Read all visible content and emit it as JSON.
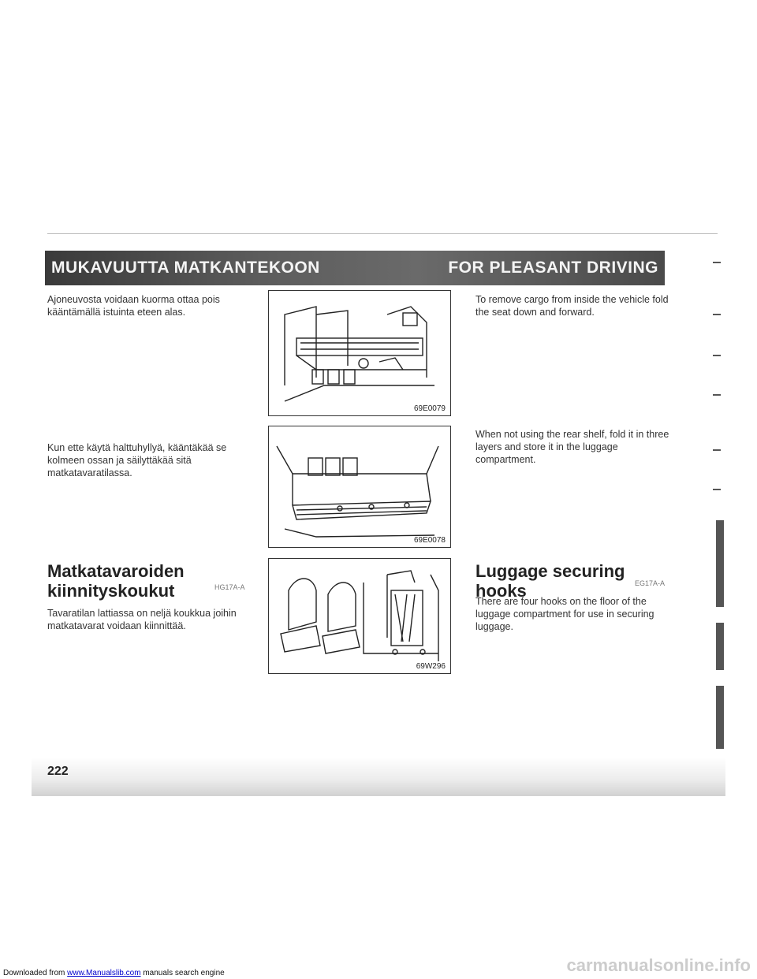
{
  "header": {
    "left_title": "MUKAVUUTTA MATKANTEKOON",
    "right_title": "FOR PLEASANT DRIVING"
  },
  "left": {
    "para1": "Ajoneuvosta voidaan kuorma ottaa pois kääntämällä istuinta eteen alas.",
    "para2": "Kun ette käytä halttuhyllyä, kääntäkää se kolmeen ossan ja säilyttäkää sitä matkatavaratilassa.",
    "heading": "Matkatavaroiden kiinnityskoukut",
    "heading_code": "HG17A-A",
    "para3": "Tavaratilan lattiassa on neljä koukkua joihin matkatavarat voidaan kiinnittää."
  },
  "figures": [
    {
      "code": "69E0079"
    },
    {
      "code": "69E0078"
    },
    {
      "code": "69W296"
    }
  ],
  "right": {
    "para1": "To remove cargo from inside the vehicle fold the seat down and forward.",
    "para2": "When not using the rear shelf, fold it in three layers and store it in the luggage compartment.",
    "heading": "Luggage securing hooks",
    "heading_code": "EG17A-A",
    "para3": "There are four hooks on the floor of the luggage compartment for use in securing luggage."
  },
  "page_number": "222",
  "footer": {
    "prefix": "Downloaded from",
    "link": "www.Manualslib.com",
    "suffix": "manuals search engine",
    "watermark": "carmanualsonline.info"
  }
}
